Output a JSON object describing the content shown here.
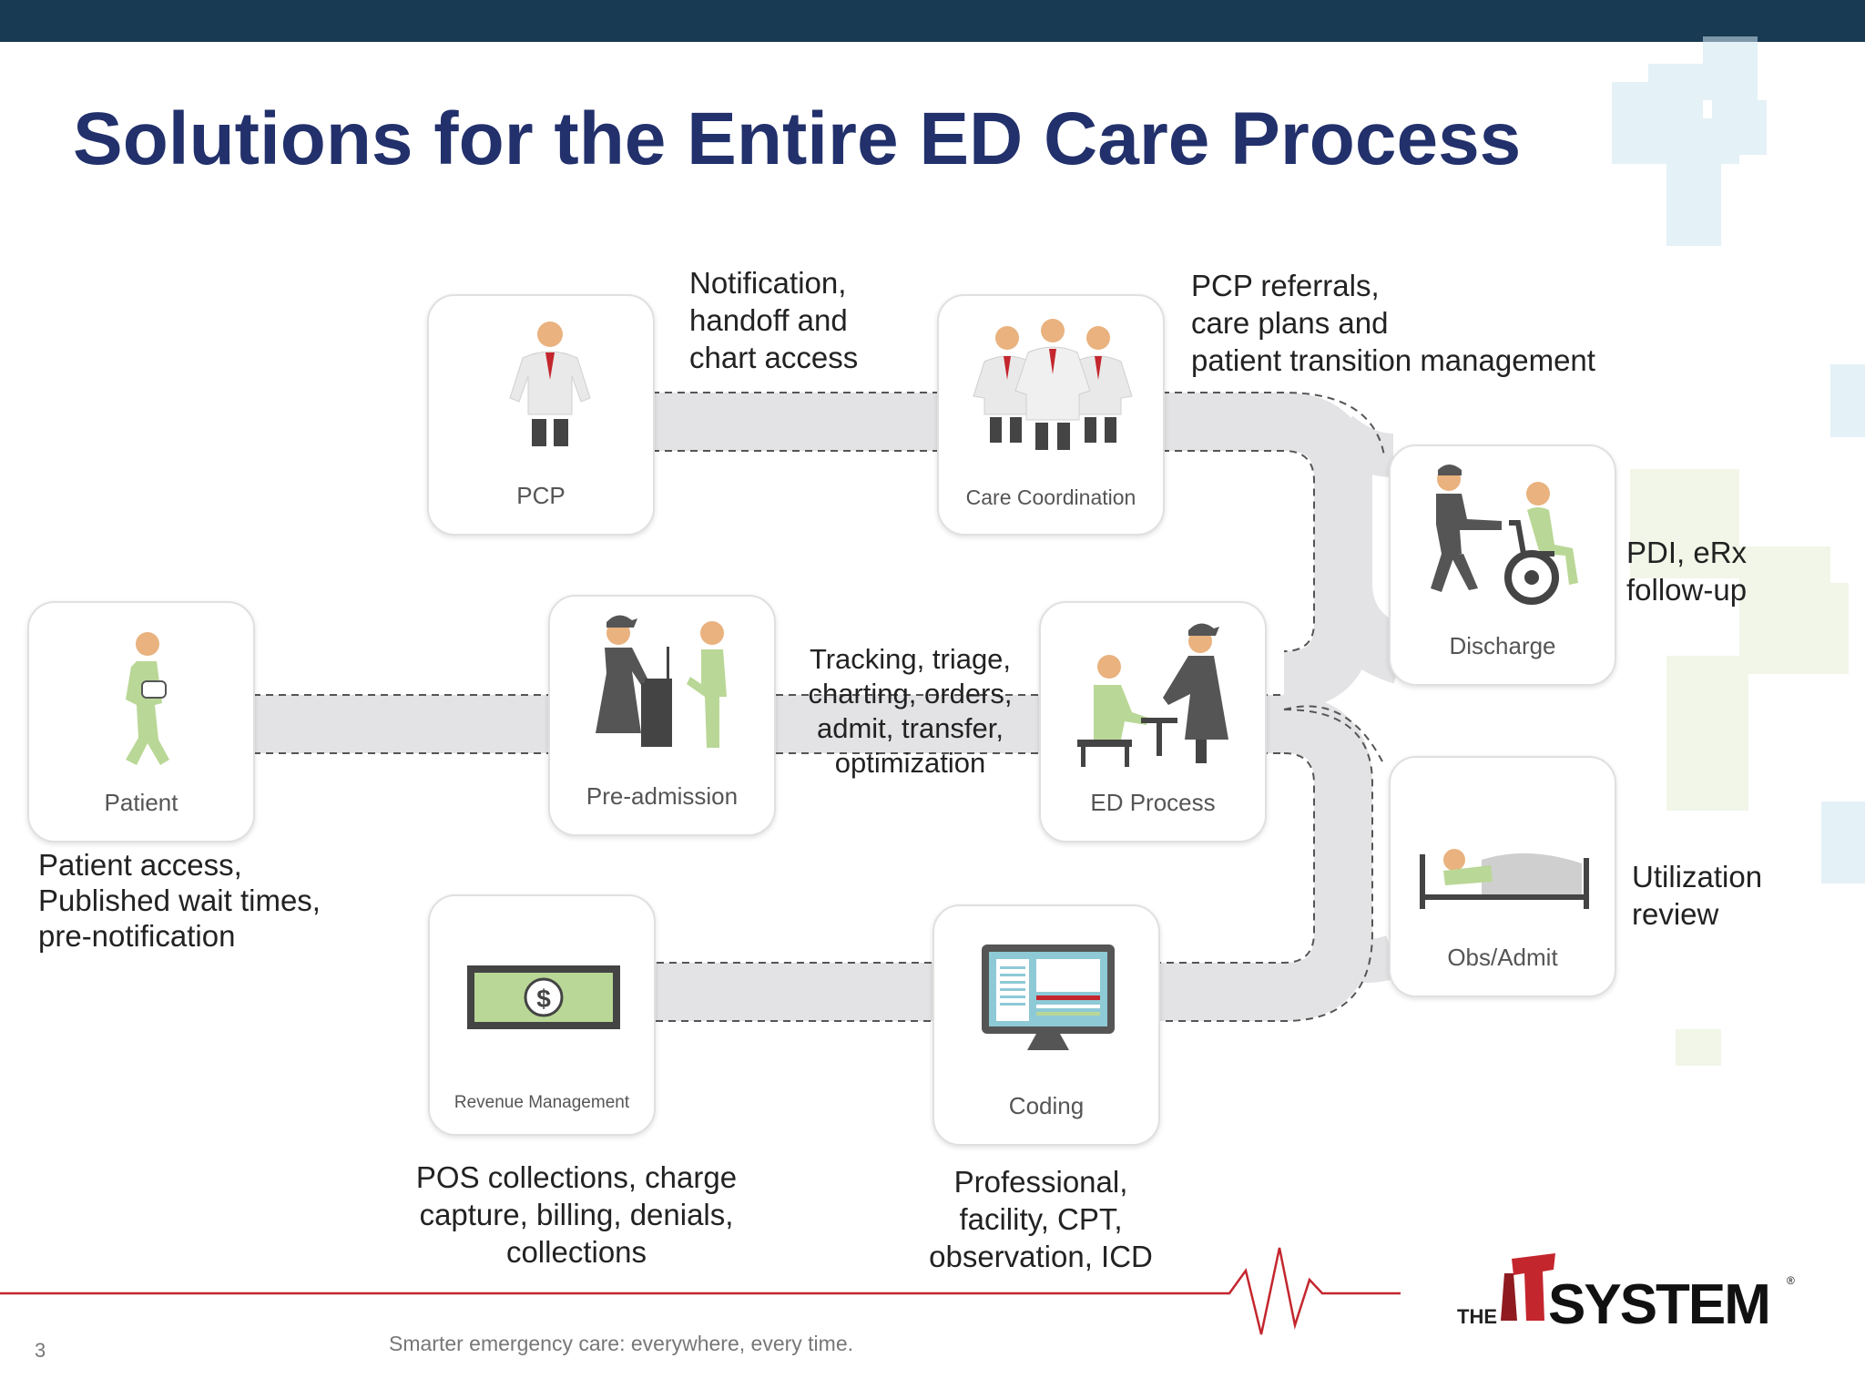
{
  "slide": {
    "title": "Solutions for the Entire ED Care Process",
    "footer_tagline": "Smarter emergency care: everywhere, every time.",
    "page_number": "3"
  },
  "nodes": {
    "pcp": "PCP",
    "care_coordination": "Care Coordination",
    "discharge": "Discharge",
    "patient": "Patient",
    "pre_admission": "Pre-admission",
    "ed_process": "ED Process",
    "obs_admit": "Obs/Admit",
    "revenue_management": "Revenue Management",
    "coding": "Coding"
  },
  "notes": {
    "notification": [
      "Notification,",
      "handoff and",
      "chart access"
    ],
    "pcp_referrals": [
      "PCP referrals,",
      "care plans and",
      "patient transition management"
    ],
    "pdi": [
      "PDI, eRx",
      "follow-up"
    ],
    "tracking": [
      "Tracking, triage,",
      "charting, orders,",
      "admit, transfer,",
      "optimization"
    ],
    "patient_access": [
      "Patient access,",
      "Published wait times,",
      "pre-notification"
    ],
    "utilization": [
      "Utilization",
      "review"
    ],
    "pos": [
      "POS collections, charge",
      "capture, billing, denials,",
      "collections"
    ],
    "professional": [
      "Professional,",
      "facility, CPT,",
      "observation, ICD"
    ]
  },
  "logo": {
    "prefix": "THE",
    "mark": "T",
    "name": "SYSTEM",
    "registered": "®"
  },
  "colors": {
    "title": "#22306b",
    "top_bar": "#183a52",
    "road": "#e3e3e5",
    "patient_green": "#b9d796",
    "skin": "#e9b27f",
    "heartbeat": "#c4262e",
    "logo_red": "#c4262e"
  }
}
